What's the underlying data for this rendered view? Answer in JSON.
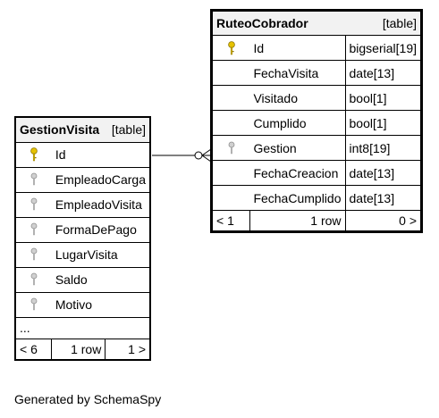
{
  "gestion_visita": {
    "name": "GestionVisita",
    "type_label": "[table]",
    "columns": [
      {
        "name": "Id",
        "key": "primary"
      },
      {
        "name": "EmpleadoCarga",
        "key": "none"
      },
      {
        "name": "EmpleadoVisita",
        "key": "none"
      },
      {
        "name": "FormaDePago",
        "key": "none"
      },
      {
        "name": "LugarVisita",
        "key": "none"
      },
      {
        "name": "Saldo",
        "key": "none"
      },
      {
        "name": "Motivo",
        "key": "none"
      }
    ],
    "more": "...",
    "footer": {
      "left": "< 6",
      "middle": "1 row",
      "right": "1 >"
    }
  },
  "ruteo_cobrador": {
    "name": "RuteoCobrador",
    "type_label": "[table]",
    "columns": [
      {
        "name": "Id",
        "type": "bigserial[19]",
        "key": "primary"
      },
      {
        "name": "FechaVisita",
        "type": "date[13]",
        "key": ""
      },
      {
        "name": "Visitado",
        "type": "bool[1]",
        "key": ""
      },
      {
        "name": "Cumplido",
        "type": "bool[1]",
        "key": ""
      },
      {
        "name": "Gestion",
        "type": "int8[19]",
        "key": "foreign"
      },
      {
        "name": "FechaCreacion",
        "type": "date[13]",
        "key": ""
      },
      {
        "name": "FechaCumplido",
        "type": "date[13]",
        "key": ""
      }
    ],
    "footer": {
      "left": "< 1",
      "middle": "1 row",
      "right": "0 >"
    }
  },
  "generated_by": "Generated by SchemaSpy",
  "colors": {
    "primary_key": "#e6c200",
    "plain_key": "#b0b0b0"
  }
}
